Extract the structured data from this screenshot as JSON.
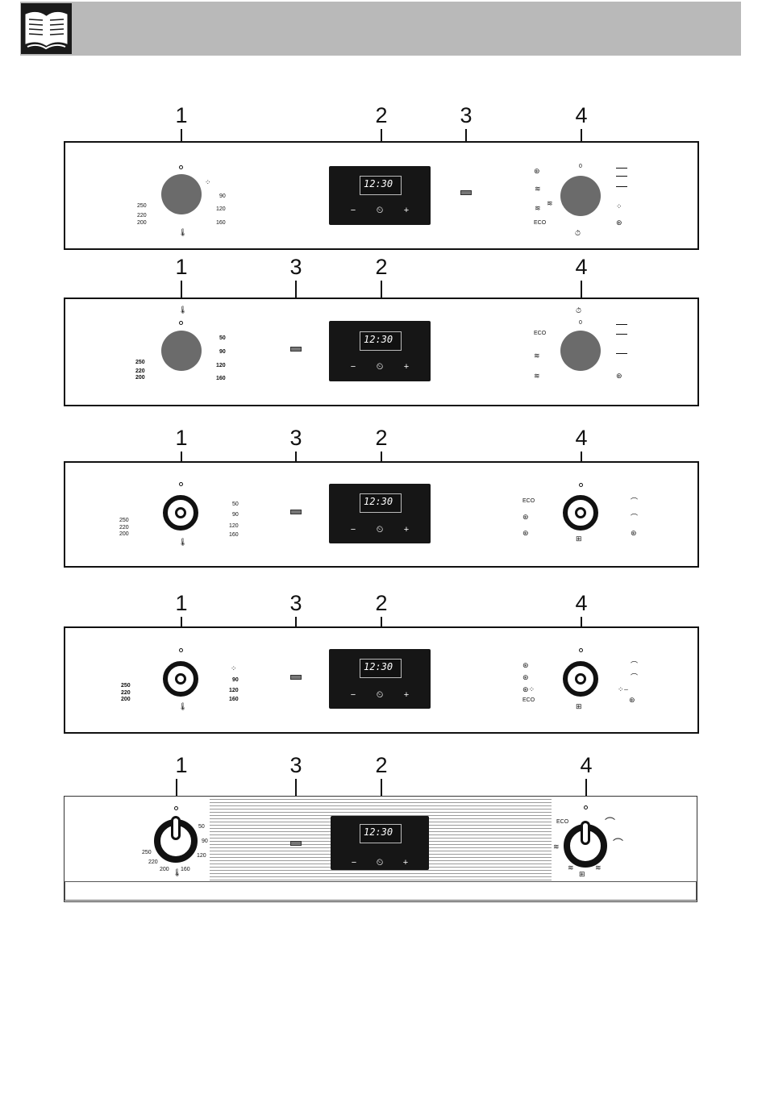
{
  "header": {
    "icon": "open-book-icon"
  },
  "callouts": [
    "1",
    "2",
    "3",
    "4"
  ],
  "display": {
    "time": "12:30",
    "minus": "−",
    "clock": "clock-icon",
    "plus": "+"
  },
  "thermostat": {
    "panel_1": {
      "left": [
        "250",
        "220",
        "200"
      ],
      "right": [
        "90",
        "120",
        "160"
      ]
    },
    "panel_2": {
      "left": [
        "250",
        "220",
        "200"
      ],
      "right": [
        "50",
        "90",
        "120",
        "160"
      ]
    },
    "panel_3": {
      "left": [
        "250",
        "220",
        "200"
      ],
      "right": [
        "50",
        "90",
        "120",
        "160"
      ]
    },
    "panel_4": {
      "left": [
        "250",
        "220",
        "200"
      ],
      "right": [
        "90",
        "120",
        "160"
      ]
    },
    "panel_5": {
      "left": [
        "250",
        "220",
        "200"
      ],
      "right": [
        "50",
        "90",
        "120",
        "160"
      ]
    }
  },
  "function_selector": {
    "zero": "0",
    "eco": "ECO"
  }
}
